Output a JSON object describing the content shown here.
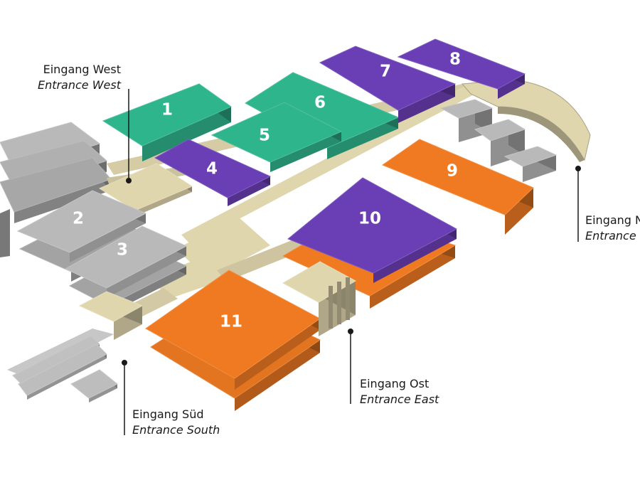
{
  "colors": {
    "green": "#2fb58c",
    "purple": "#6a3fb5",
    "orange": "#ef7a22",
    "grey": "#b9b9b9",
    "beige": "#e0d6ae"
  },
  "halls": [
    {
      "label": "1",
      "color": "green"
    },
    {
      "label": "2",
      "color": "grey"
    },
    {
      "label": "3",
      "color": "grey"
    },
    {
      "label": "4",
      "color": "purple"
    },
    {
      "label": "5",
      "color": "green"
    },
    {
      "label": "6",
      "color": "green"
    },
    {
      "label": "7",
      "color": "purple"
    },
    {
      "label": "8",
      "color": "purple"
    },
    {
      "label": "9",
      "color": "orange"
    },
    {
      "label": "10",
      "color": "purple"
    },
    {
      "label": "11",
      "color": "orange"
    }
  ],
  "entrances": {
    "west": {
      "de": "Eingang West",
      "en": "Entrance West"
    },
    "north": {
      "de": "Eingang N",
      "en": "Entrance"
    },
    "south": {
      "de": "Eingang Süd",
      "en": "Entrance South"
    },
    "east": {
      "de": "Eingang Ost",
      "en": "Entrance East"
    }
  }
}
